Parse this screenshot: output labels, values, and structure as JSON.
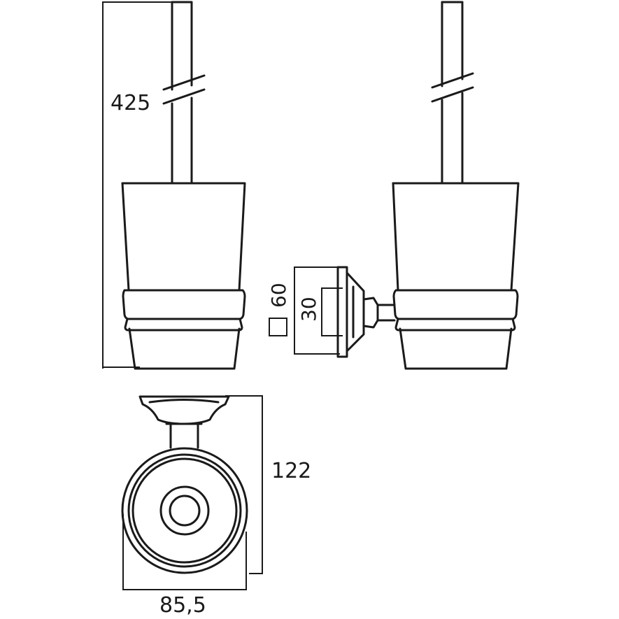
{
  "dimensions": {
    "total_height": "425",
    "wall_plate": "60",
    "wall_plate_inner": "30",
    "depth": "122",
    "width": "85,5"
  }
}
